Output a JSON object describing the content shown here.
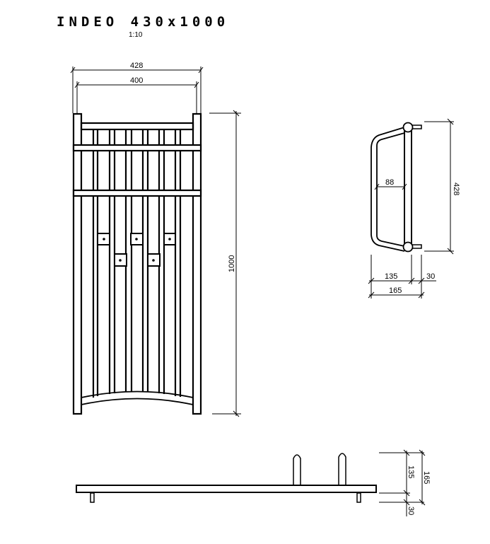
{
  "title": "INDEO 430x1000",
  "scale": "1:10",
  "front_view": {
    "width_outer": "428",
    "width_inner": "400",
    "height": "1000"
  },
  "side_view": {
    "height": "428",
    "hook_depth": "88",
    "depth_body": "135",
    "pin_length": "30",
    "depth_total": "165"
  },
  "bottom_view": {
    "depth_body": "135",
    "depth_total": "165",
    "pin_length": "30"
  }
}
